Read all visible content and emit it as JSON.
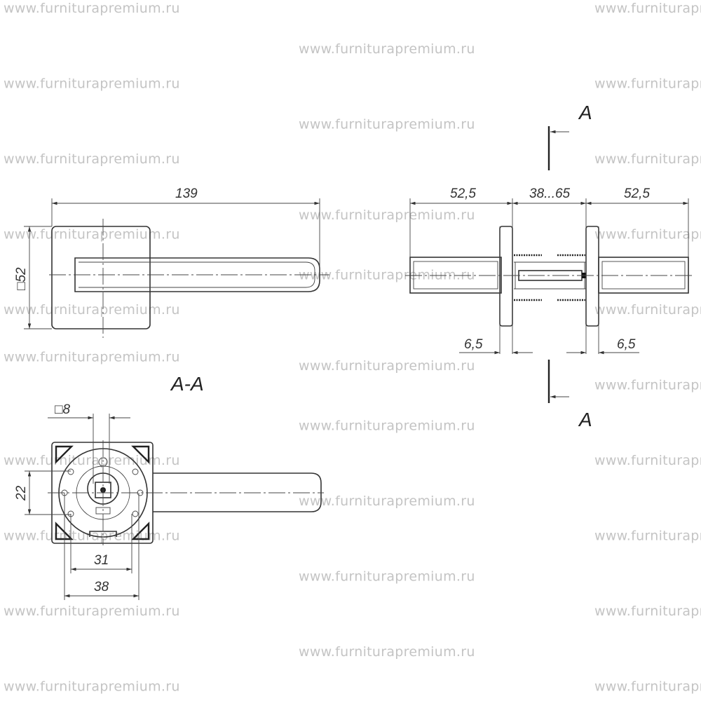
{
  "watermark": "www.furniturapremium.ru",
  "dimensions": {
    "length": "139",
    "rose_size": "□52",
    "lever_projection_left": "52,5",
    "door_thickness": "38...65",
    "lever_projection_right": "52,5",
    "rose_thickness_left": "6,5",
    "rose_thickness_right": "6,5",
    "spindle_square": "□8",
    "hole_spacing_vertical": "22",
    "hole_spacing_31": "31",
    "hole_spacing_38": "38"
  },
  "section": {
    "marker_top": "A",
    "marker_bottom": "A",
    "title": "A-A"
  },
  "colors": {
    "line": "#333333",
    "watermark": "#c4c4c4"
  }
}
